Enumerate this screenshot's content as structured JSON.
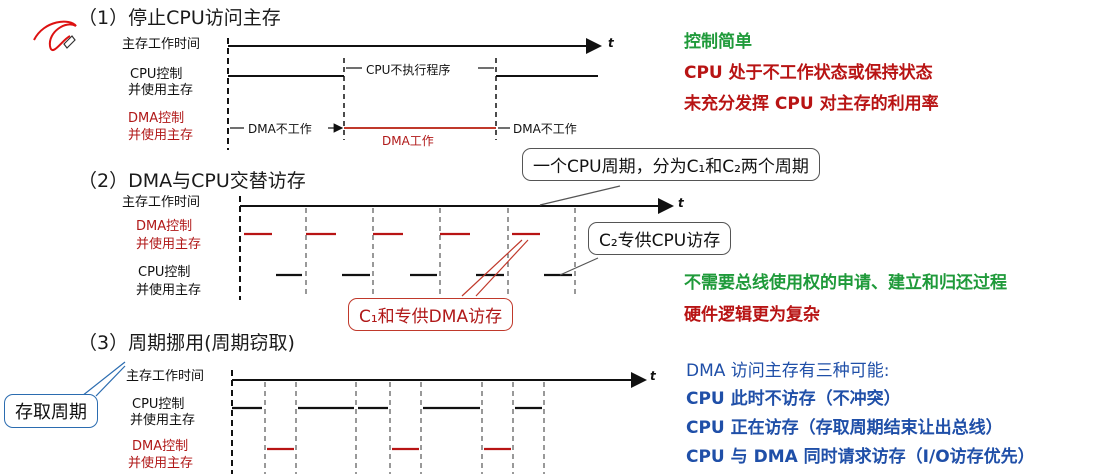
{
  "section1": {
    "title": "（1）停止CPU访问主存",
    "row_time": "主存工作时间",
    "row_cpu": [
      "CPU控制",
      "并使用主存"
    ],
    "row_dma": [
      "DMA控制",
      "并使用主存"
    ],
    "t_label": "t",
    "cpu_gap_label": "CPU不执行程序",
    "dma_idle_left": "DMA不工作",
    "dma_work": "DMA工作",
    "dma_idle_right": "DMA不工作"
  },
  "notes1": {
    "green": "控制简单",
    "red1": "CPU 处于不工作状态或保持状态",
    "red2": "未充分发挥 CPU 对主存的利用率"
  },
  "section2": {
    "title": "（2）DMA与CPU交替访存",
    "row_time": "主存工作时间",
    "row_dma": [
      "DMA控制",
      "并使用主存"
    ],
    "row_cpu": [
      "CPU控制",
      "并使用主存"
    ],
    "t_label": "t",
    "callout_cycle": "一个CPU周期，分为C₁和C₂两个周期",
    "callout_c2": "C₂专供CPU访存",
    "callout_c1": "C₁和专供DMA访存"
  },
  "notes2": {
    "green": "不需要总线使用权的申请、建立和归还过程",
    "red": "硬件逻辑更为复杂"
  },
  "section3": {
    "title": "（3）周期挪用(周期窃取)",
    "row_time": "主存工作时间",
    "row_cpu": [
      "CPU控制",
      "并使用主存"
    ],
    "row_dma": [
      "DMA控制",
      "并使用主存"
    ],
    "t_label": "t",
    "callout_access": "存取周期"
  },
  "notes3": {
    "title": "DMA 访问主存有三种可能:",
    "item1": "CPU 此时不访存（不冲突）",
    "item2": "CPU 正在访存（存取周期结束让出总线）",
    "item3": "CPU 与 DMA 同时请求访存（I/O访存优先）"
  },
  "colors": {
    "accent_red": "#b81414",
    "accent_green": "#1f9a3a",
    "accent_blue": "#1f4fa8"
  }
}
